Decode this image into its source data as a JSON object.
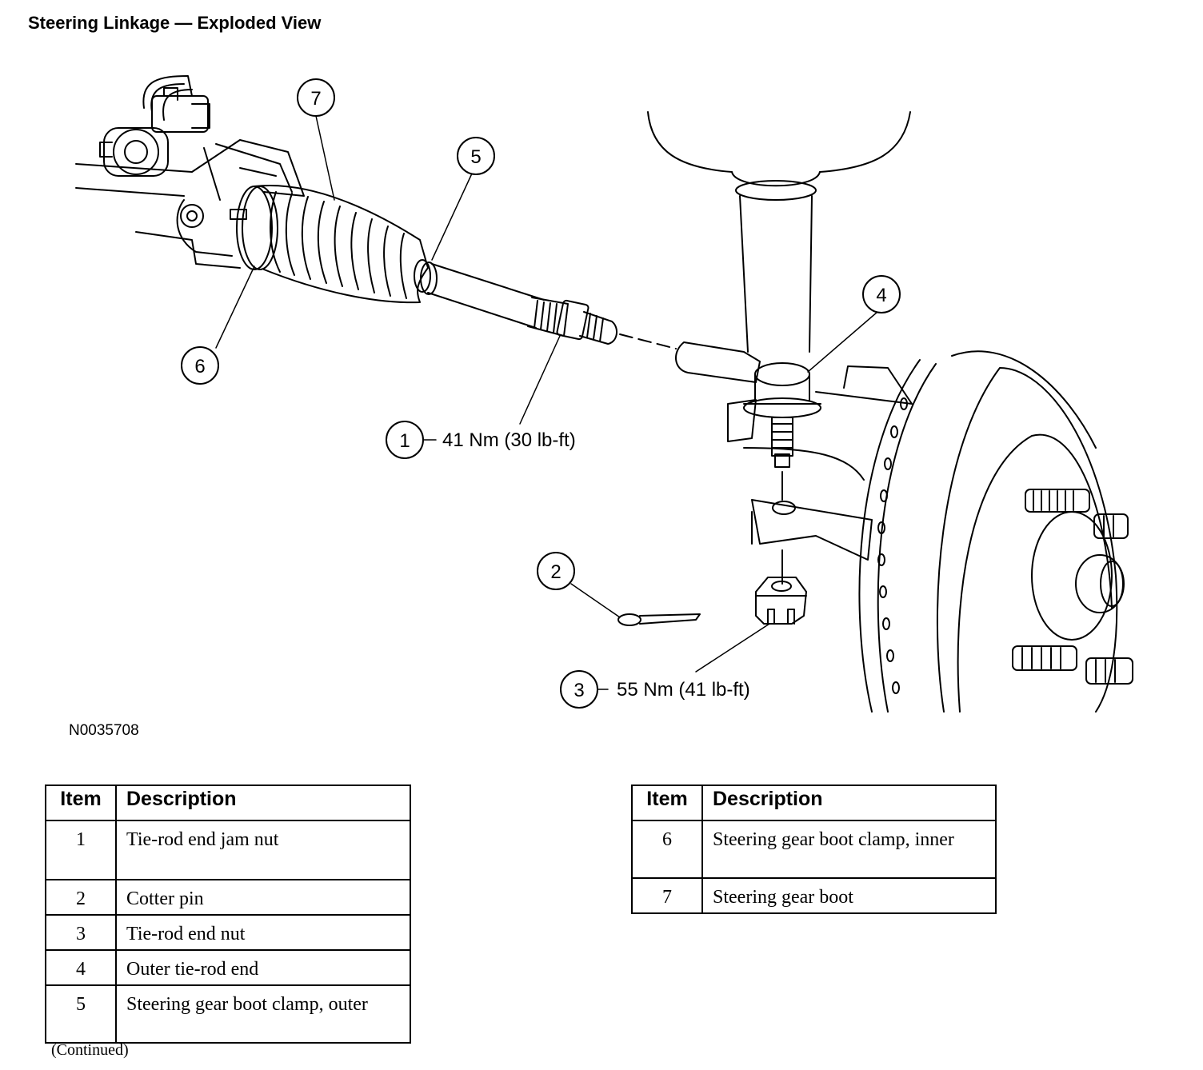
{
  "title": "Steering Linkage — Exploded View",
  "figure_id": "N0035708",
  "callouts": [
    {
      "num": "1",
      "torque": "41 Nm (30 lb-ft)"
    },
    {
      "num": "2",
      "torque": ""
    },
    {
      "num": "3",
      "torque": "55 Nm (41 lb-ft)"
    },
    {
      "num": "4",
      "torque": ""
    },
    {
      "num": "5",
      "torque": ""
    },
    {
      "num": "6",
      "torque": ""
    },
    {
      "num": "7",
      "torque": ""
    }
  ],
  "table_headers": {
    "item": "Item",
    "description": "Description"
  },
  "items": [
    {
      "item": "1",
      "description": "Tie-rod end jam nut"
    },
    {
      "item": "2",
      "description": "Cotter pin"
    },
    {
      "item": "3",
      "description": "Tie-rod end nut"
    },
    {
      "item": "4",
      "description": "Outer tie-rod end"
    },
    {
      "item": "5",
      "description": "Steering gear boot clamp, outer"
    },
    {
      "item": "6",
      "description": "Steering gear boot clamp, inner"
    },
    {
      "item": "7",
      "description": "Steering gear boot"
    }
  ],
  "continued": "(Continued)"
}
